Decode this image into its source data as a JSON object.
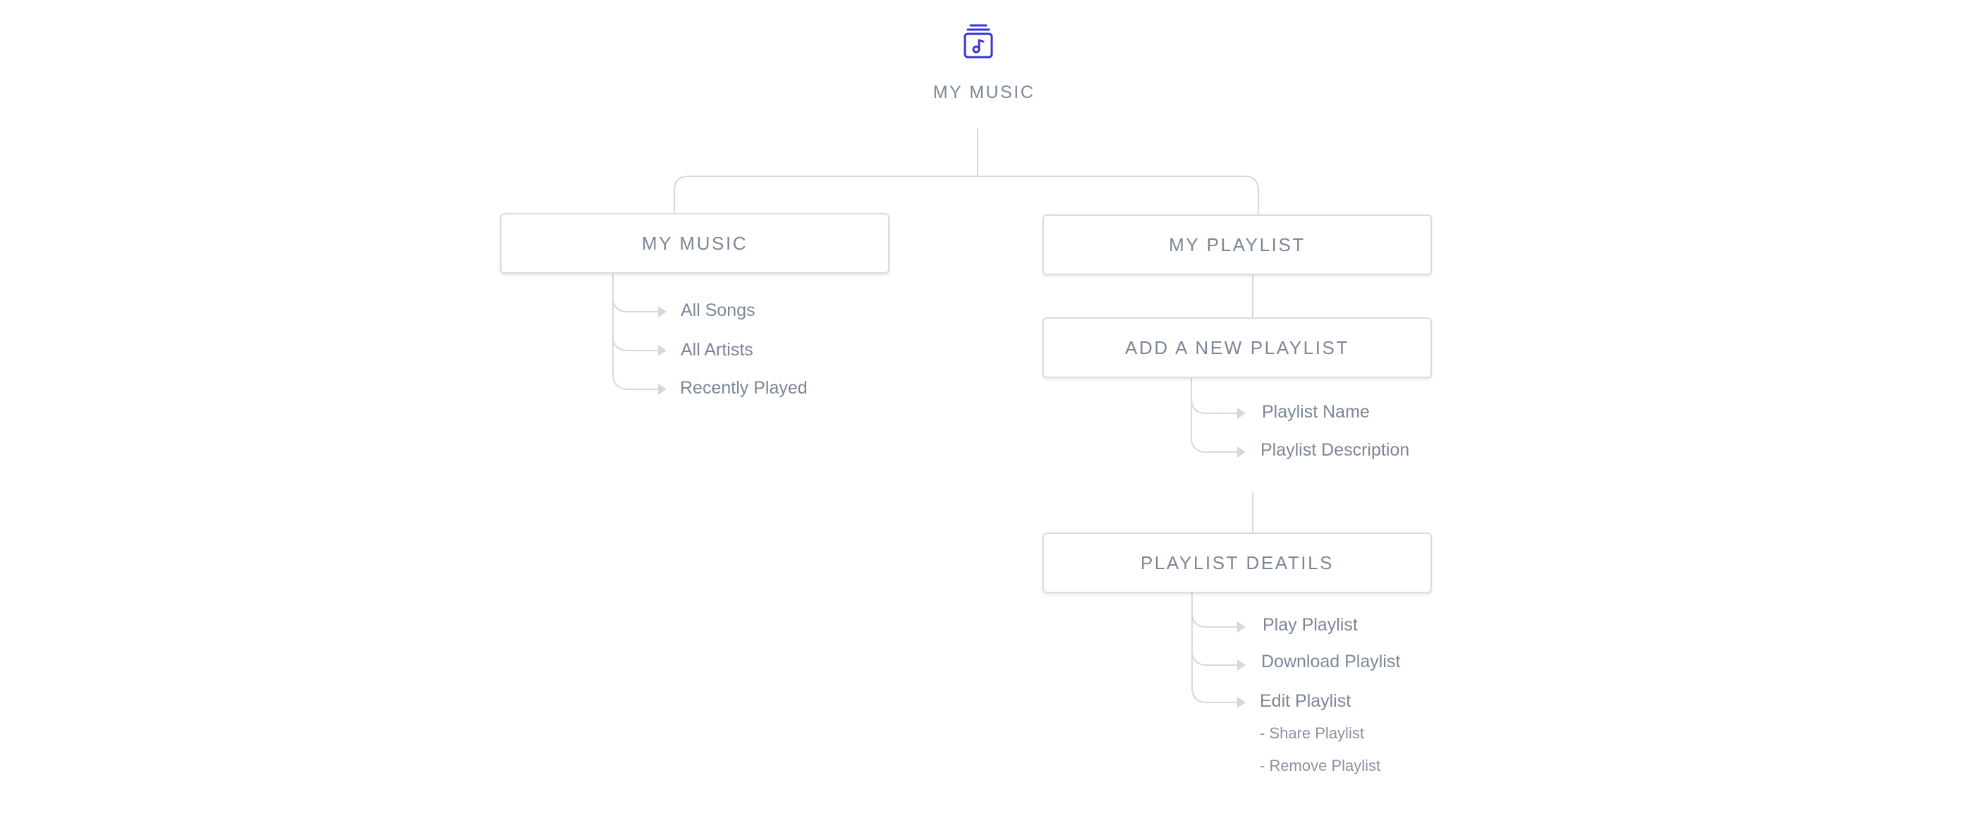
{
  "root": {
    "title": "MY MUSIC",
    "icon": "music-library-icon"
  },
  "branches": {
    "music": {
      "label": "MY MUSIC",
      "items": [
        "All Songs",
        "All Artists",
        "Recently Played"
      ]
    },
    "playlist": {
      "label": "MY PLAYLIST"
    },
    "add_playlist": {
      "label": "ADD A NEW PLAYLIST",
      "items": [
        "Playlist Name",
        "Playlist Description"
      ]
    },
    "playlist_details": {
      "label": "PLAYLIST DEATILS",
      "items": [
        "Play Playlist",
        "Download Playlist",
        "Edit Playlist"
      ],
      "sub_items": [
        "- Share Playlist",
        "- Remove Playlist"
      ]
    }
  },
  "colors": {
    "accent": "#3535d8",
    "line": "#d4d9e1",
    "text": "#7d8697",
    "border": "#d8dce3"
  }
}
